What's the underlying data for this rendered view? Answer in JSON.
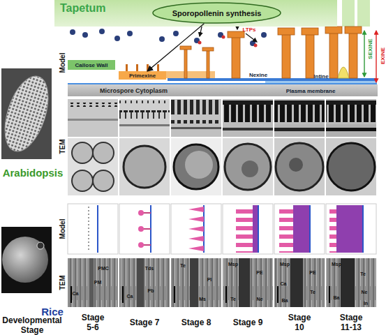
{
  "diagram": {
    "nodes": [
      {
        "text": [
          "Tapetum"
        ]
      },
      {
        "text": [
          "Sporopollenin synthesis"
        ],
        "in": 0
      },
      {
        "text": [
          "Callose Wall"
        ]
      },
      {
        "text": [
          "Primexine"
        ]
      },
      {
        "text": [
          "Microspore Cytoplasm"
        ]
      }
    ],
    "edges": [
      {
        "from": 1,
        "to": 3,
        "arrow": "to"
      }
    ],
    "labels": [
      "LTPs",
      "Nexine",
      "Intine",
      "Plasma membrane",
      "SEXINE",
      "EXINE",
      "Model",
      "TEM",
      "Arabidopsis",
      "Model",
      "TEM",
      "Rice",
      "Developmental Stage",
      "Stage 5-6",
      "Stage 7",
      "Stage 8",
      "Stage 9",
      "Stage 10",
      "Stage 11-13",
      "Ca",
      "PMC",
      "PM",
      "Tds",
      "Ca",
      "Pb",
      "Te",
      "Pl",
      "Ms",
      "Msp",
      "PE",
      "Te",
      "Ne",
      "Msp",
      "PE",
      "Ca",
      "Te",
      "Ba",
      "Msp",
      "Te",
      "Ne",
      "Ba",
      "In"
    ]
  }
}
